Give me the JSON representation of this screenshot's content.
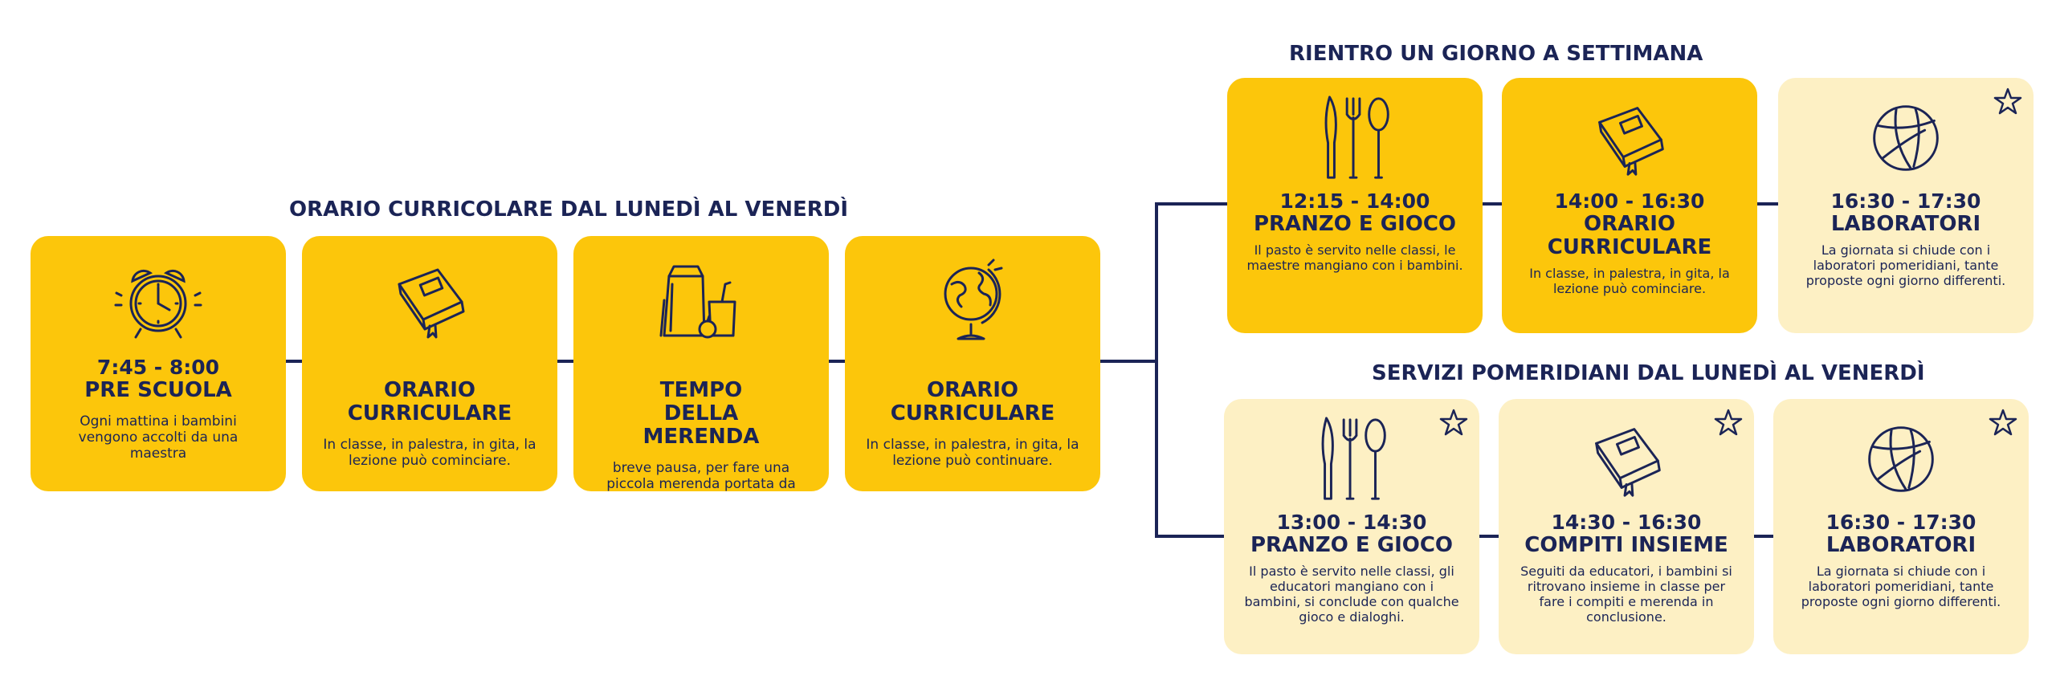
{
  "sections": {
    "morning_title": "ORARIO CURRICOLARE DAL LUNEDÌ AL VENERDÌ",
    "return_title": "RIENTRO UN GIORNO A SETTIMANA",
    "afternoon_title": "SERVIZI POMERIDIANI DAL LUNEDÌ AL VENERDÌ"
  },
  "morning": [
    {
      "icon": "alarm-clock-icon",
      "time": "7:45 - 8:00",
      "title": "PRE SCUOLA",
      "desc": "Ogni mattina i bambini vengono accolti da una maestra"
    },
    {
      "icon": "book-icon",
      "time": "",
      "title": "ORARIO CURRICULARE",
      "desc": "In classe, in palestra, in gita, la lezione può cominciare."
    },
    {
      "icon": "lunch-bag-icon",
      "time": "",
      "title": "TEMPO DELLA MERENDA",
      "desc": "breve pausa, per fare una piccola merenda portata da casa, un gioco e qualche chiacchiere"
    },
    {
      "icon": "globe-icon",
      "time": "",
      "title": "ORARIO CURRICULARE",
      "desc": "In classe, in palestra, in gita, la lezione può continuare."
    }
  ],
  "return_day": [
    {
      "icon": "cutlery-icon",
      "time": "12:15 - 14:00",
      "title": "PRANZO E GIOCO",
      "desc": "Il pasto è servito nelle classi, le maestre mangiano con i bambini."
    },
    {
      "icon": "book-icon",
      "time": "14:00 - 16:30",
      "title": "ORARIO CURRICULARE",
      "desc": "In classe, in palestra, in gita, la lezione può cominciare."
    },
    {
      "icon": "ball-icon",
      "time": "16:30 - 17:30",
      "title": "LABORATORI",
      "desc": "La giornata si chiude con i laboratori pomeridiani, tante proposte ogni giorno differenti."
    }
  ],
  "afternoon": [
    {
      "icon": "cutlery-icon",
      "time": "13:00 - 14:30",
      "title": "PRANZO E GIOCO",
      "desc": "Il pasto è servito nelle classi, gli educatori mangiano con i bambini, si conclude con qualche gioco e dialoghi."
    },
    {
      "icon": "book-icon",
      "time": "14:30 - 16:30",
      "title": "COMPITI INSIEME",
      "desc": "Seguiti da educatori, i bambini si ritrovano insieme in classe per fare i compiti e merenda in conclusione."
    },
    {
      "icon": "ball-icon",
      "time": "16:30 - 17:30",
      "title": "LABORATORI",
      "desc": "La giornata si chiude con i laboratori pomeridiani, tante proposte ogni giorno differenti."
    }
  ],
  "colors": {
    "navy": "#1b2456",
    "yellow": "#fcc60b",
    "pale_yellow": "#fdf0c4"
  }
}
